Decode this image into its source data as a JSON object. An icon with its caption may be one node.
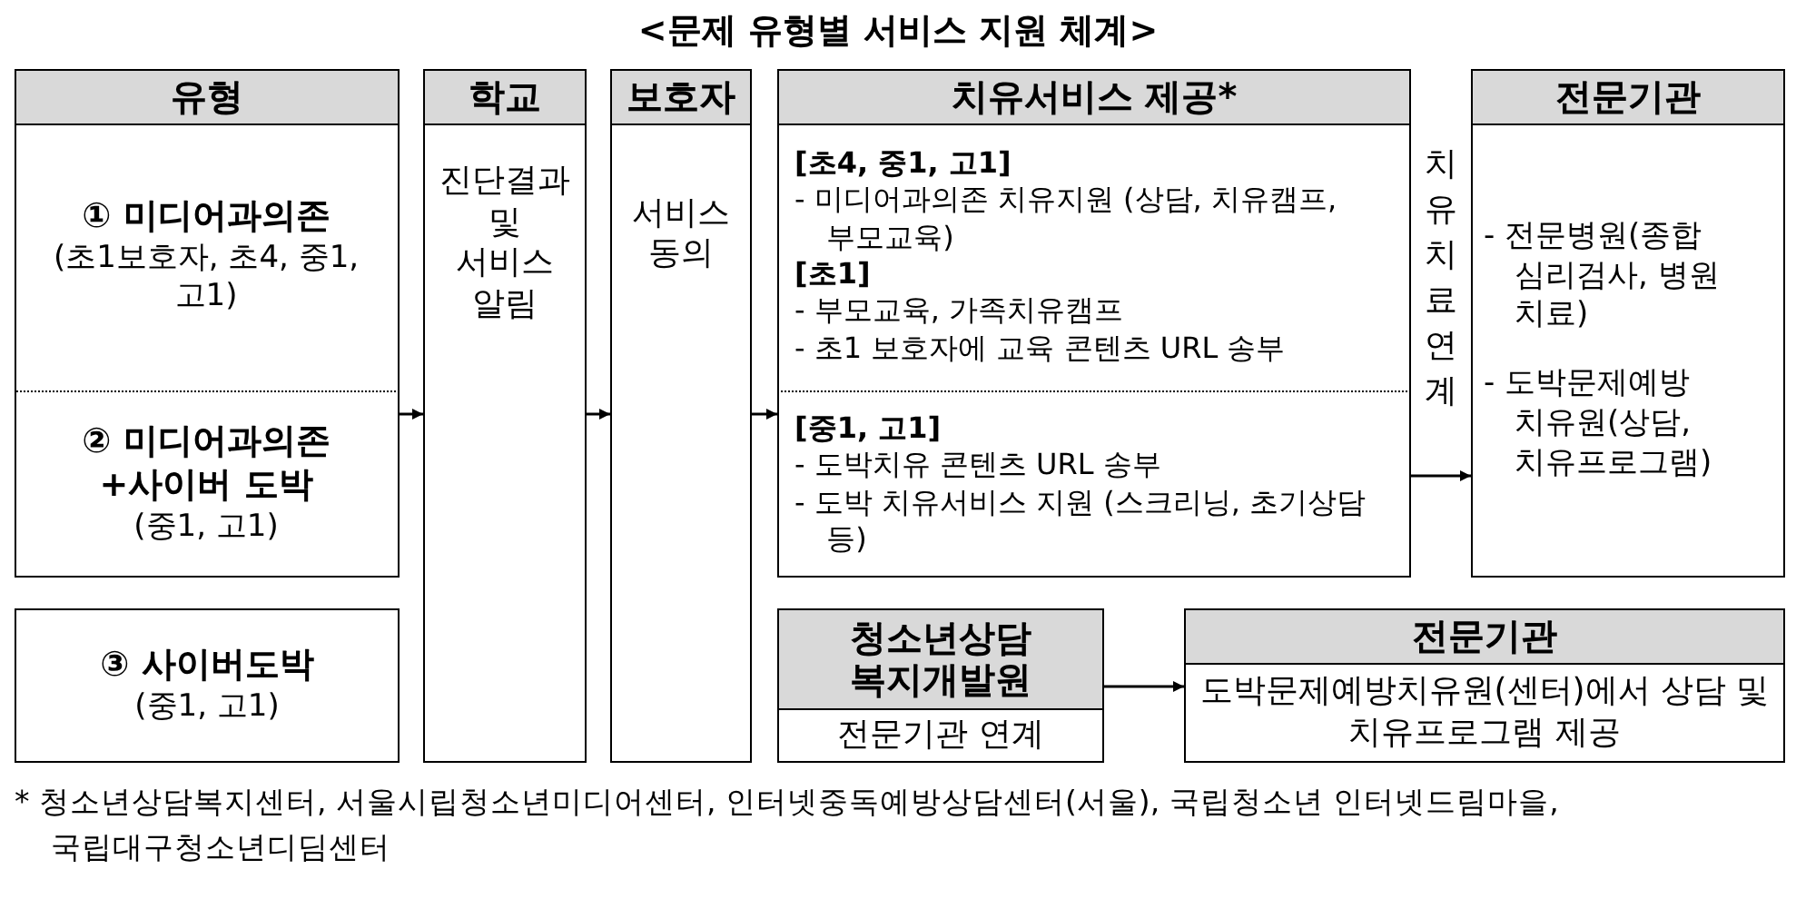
{
  "diagram": {
    "title": "<문제 유형별 서비스 지원 체계>",
    "caption": "* 청소년상담복지센터, 서울시립청소년미디어센터, 인터넷중독예방상담센터(서울), 국립청소년 인터넷드림마을, 국립대구청소년디딤센터",
    "nodes": [
      {
        "text": [
          "유형"
        ]
      },
      {
        "text": [
          "① 미디어과의존",
          "(초1보호자, 초4, 중1, 고1)"
        ],
        "in": 0
      },
      {
        "text": [
          "② 미디어과의존+사이버 도박",
          "(중1, 고1)"
        ],
        "in": 0
      },
      {
        "text": [
          "③ 사이버도박",
          "(중1, 고1)"
        ]
      },
      {
        "text": [
          "학교",
          "진단결과 및 서비스 알림"
        ]
      },
      {
        "text": [
          "보호자",
          "서비스 동의"
        ]
      },
      {
        "text": [
          "치유서비스 제공*"
        ]
      },
      {
        "text": [
          "[초4, 중1, 고1]",
          "- 미디어과의존 치유지원 (상담, 치유캠프, 부모교육)",
          "[초1]",
          "- 부모교육, 가족치유캠프",
          "- 초1 보호자에 교육 콘텐츠 URL 송부"
        ],
        "in": 6
      },
      {
        "text": [
          "[중1, 고1]",
          "- 도박치유 콘텐츠 URL 송부",
          "- 도박 치유서비스 지원 (스크리닝, 초기상담 등)"
        ],
        "in": 6
      },
      {
        "text": [
          "전문기관",
          "- 전문병원(종합 심리검사, 병원 치료)",
          "- 도박문제예방 치유원(상담, 치유프로그램)"
        ]
      },
      {
        "text": [
          "청소년상담 복지개발원",
          "전문기관 연계"
        ]
      },
      {
        "text": [
          "전문기관",
          "도박문제예방치유원(센터)에서 상담 및 치유프로그램 제공"
        ]
      }
    ],
    "edges": [
      {
        "from": 0,
        "to": 4,
        "arrow": "to"
      },
      {
        "from": 4,
        "to": 5,
        "arrow": "to"
      },
      {
        "from": 5,
        "to": 6,
        "arrow": "to"
      },
      {
        "from": 6,
        "to": 9,
        "arrow": "to",
        "label": "치유치료연계"
      },
      {
        "from": 10,
        "to": 11,
        "arrow": "to"
      }
    ]
  }
}
